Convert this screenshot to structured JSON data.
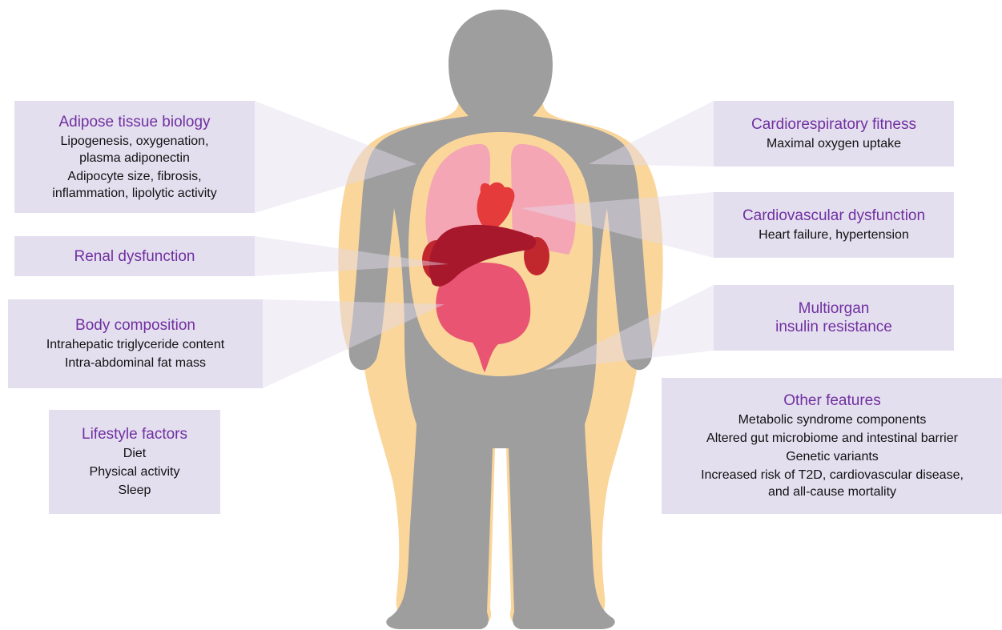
{
  "colors": {
    "title_purple": "#7030a0",
    "body_gray": "#9e9e9e",
    "fat_yellow": "#fad69a",
    "box_lavender": "#e2dcee",
    "lungs_pink": "#f4a6b4",
    "heart_red": "#e53b3b",
    "liver_dark_red": "#a8182c",
    "intestine_pink": "#e85472"
  },
  "boxes": {
    "adipose": {
      "title": "Adipose tissue biology",
      "lines": [
        "Lipogenesis, oxygenation,\nplasma adiponectin",
        "Adipocyte size, fibrosis,\ninflammation, lipolytic activity"
      ]
    },
    "renal": {
      "title": "Renal dysfunction"
    },
    "body_composition": {
      "title": "Body composition",
      "lines": [
        "Intrahepatic triglyceride content",
        "Intra-abdominal fat mass"
      ]
    },
    "lifestyle": {
      "title": "Lifestyle factors",
      "lines": [
        "Diet",
        "Physical activity",
        "Sleep"
      ]
    },
    "cardiorespiratory": {
      "title": "Cardiorespiratory fitness",
      "lines": [
        "Maximal oxygen uptake"
      ]
    },
    "cardiovascular": {
      "title": "Cardiovascular dysfunction",
      "lines": [
        "Heart failure, hypertension"
      ]
    },
    "multiorgan": {
      "title": "Multiorgan\ninsulin resistance"
    },
    "other": {
      "title": "Other features",
      "lines": [
        "Metabolic syndrome components",
        "Altered gut microbiome and intestinal barrier",
        "Genetic variants",
        "Increased risk of T2D, cardiovascular disease,\nand all-cause mortality"
      ]
    }
  }
}
